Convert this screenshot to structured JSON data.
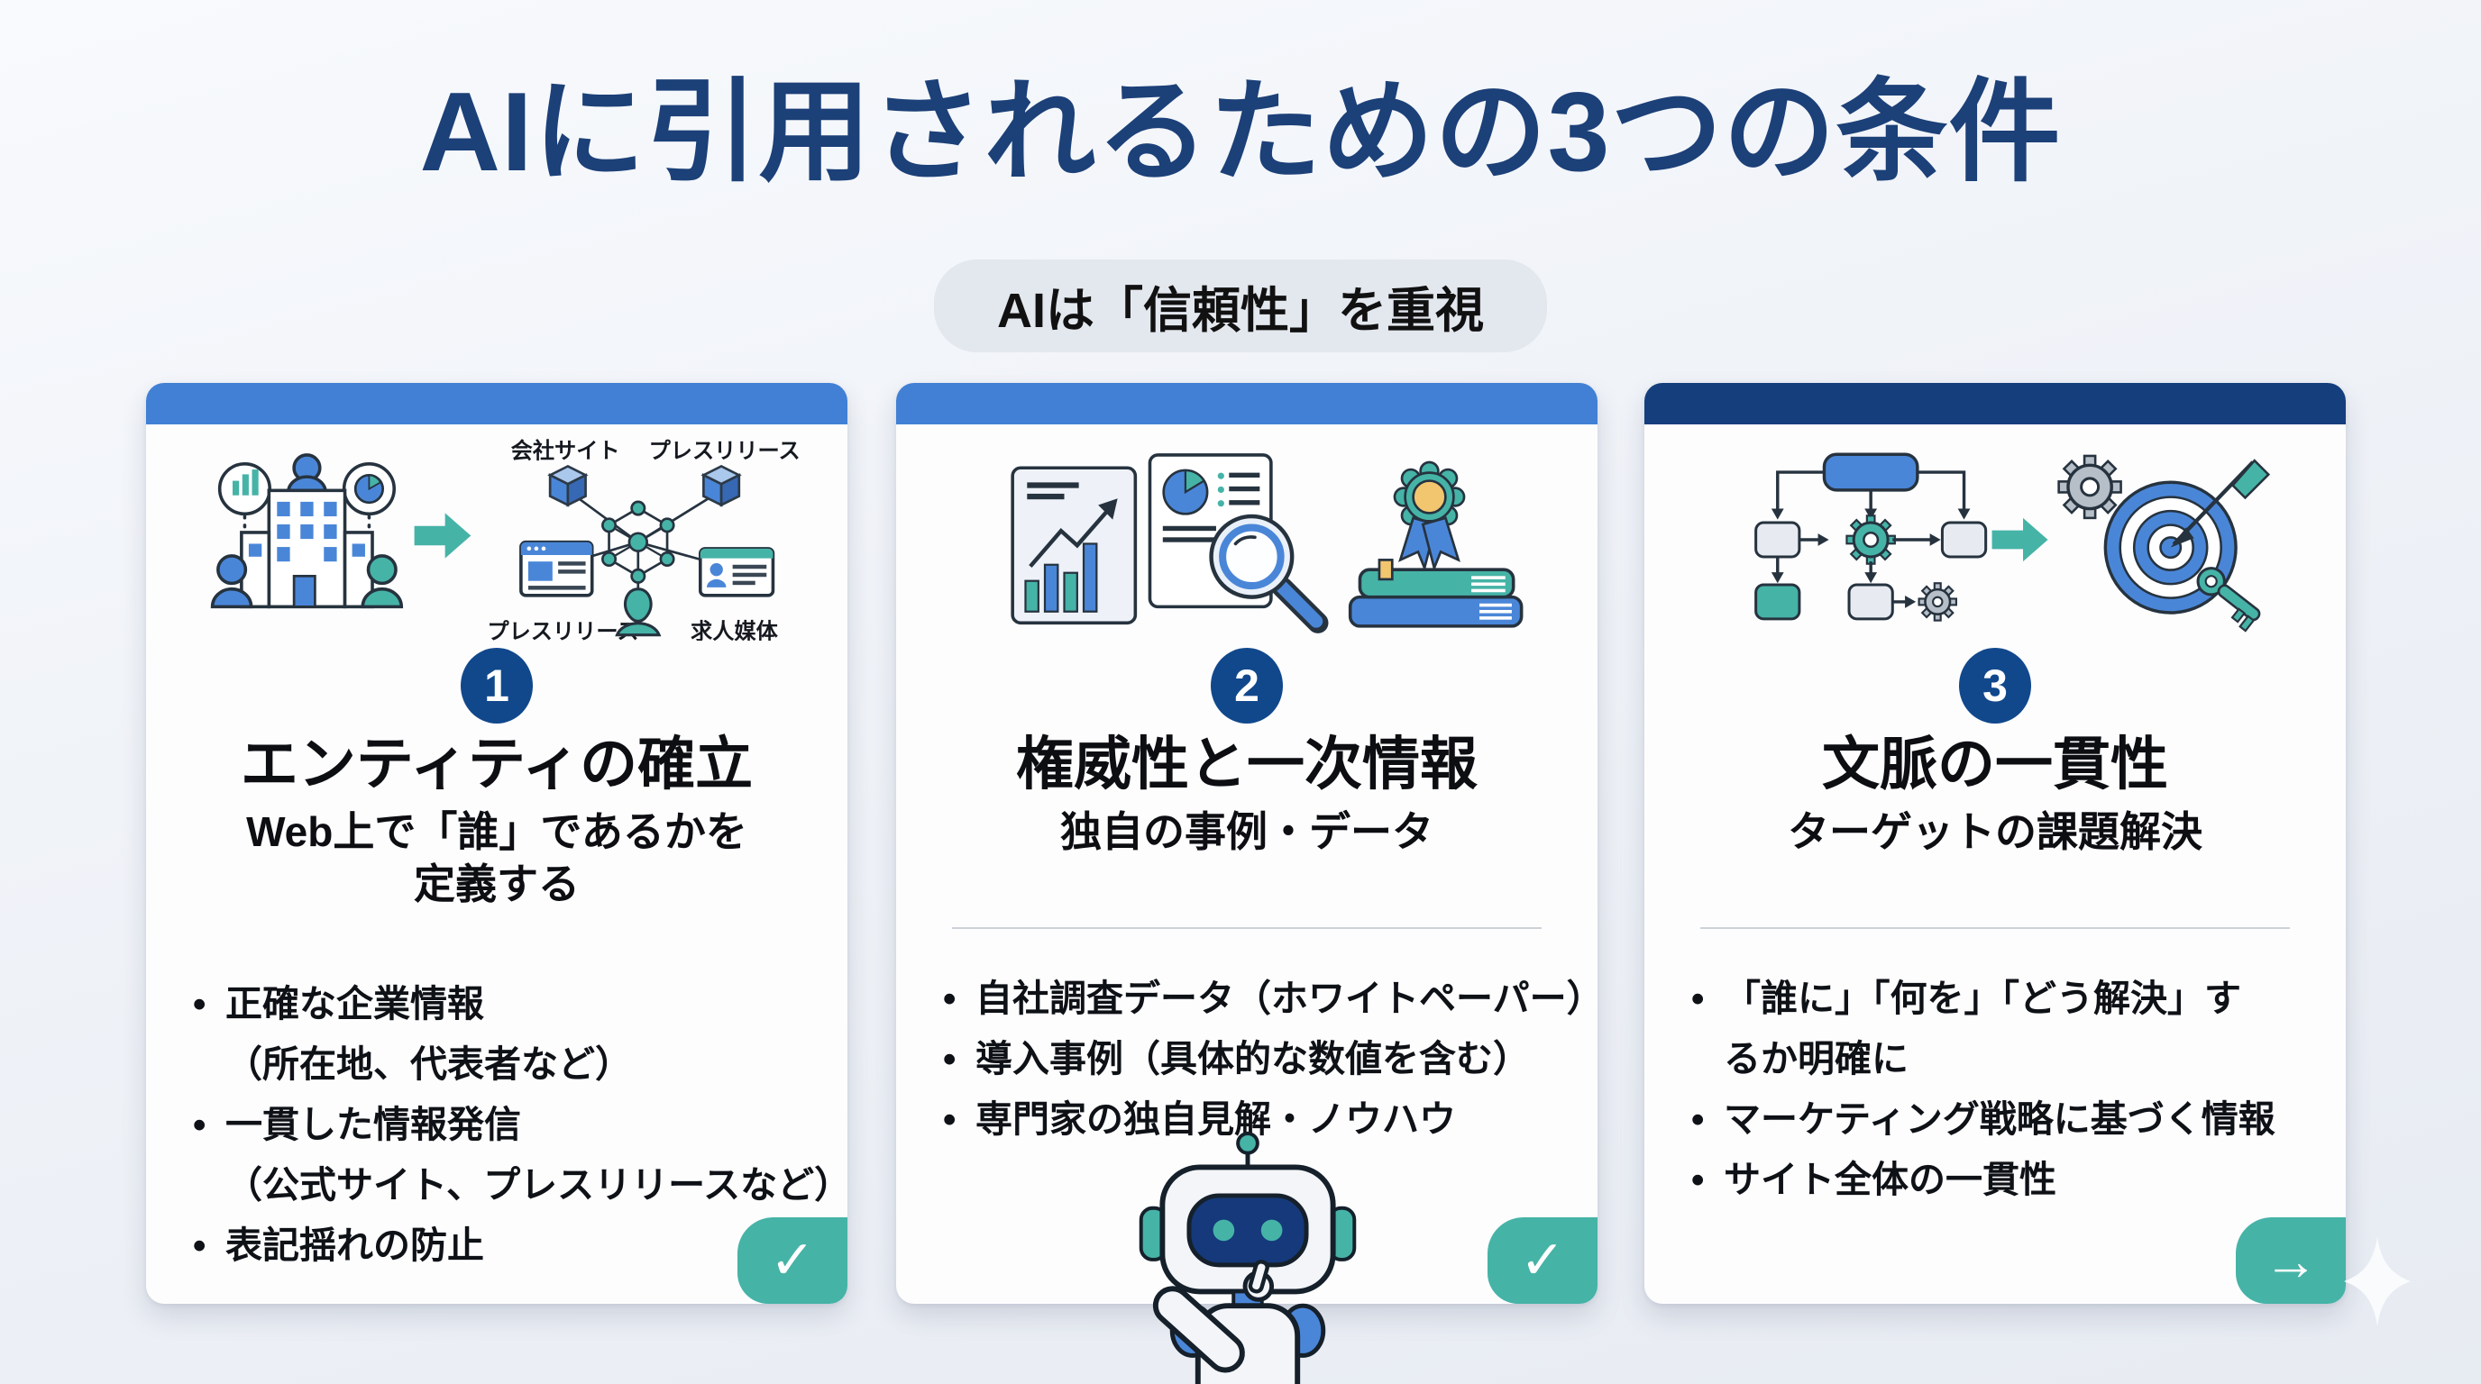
{
  "page": {
    "title": "AIに引用されるための3つの条件",
    "badge": "AIは「信頼性」を重視"
  },
  "colors": {
    "title_navy": "#1c4078",
    "card_header_blue": "#4180d4",
    "card_header_navy": "#153e7c",
    "number_badge_navy": "#11488c",
    "teal_accent": "#46b3a7",
    "icon_blue": "#4a86d8",
    "page_background": "#eef1f6",
    "card_background": "#fdfdfe"
  },
  "cards": [
    {
      "number": "1",
      "title": "エンティティの確立",
      "subtitle": "Web上で「誰」であるかを\n定義する",
      "icon_names": [
        "speech-bubble-bar-chart-icon",
        "speech-bubble-pie-chart-icon",
        "company-building-icon",
        "people-icon",
        "arrow-right-icon",
        "knowledge-graph-icon",
        "cube-node-icon",
        "browser-window-icon",
        "id-card-icon",
        "person-node-icon"
      ],
      "diagram_labels": {
        "top_left": "会社サイト",
        "top_right": "プレスリリース",
        "bottom_left": "プレスリリース",
        "bottom_right": "求人媒体"
      },
      "bullets": [
        {
          "lines": [
            "正確な企業情報",
            "（所在地、代表者など）"
          ]
        },
        {
          "lines": [
            "一貫した情報発信",
            "（公式サイト、プレスリリースなど）"
          ]
        },
        {
          "lines": [
            "表記揺れの防止"
          ]
        }
      ],
      "corner_glyph": "✓"
    },
    {
      "number": "2",
      "title": "権威性と一次情報",
      "subtitle": "独自の事例・データ",
      "icon_names": [
        "bar-chart-report-icon",
        "pie-chart-document-icon",
        "magnifier-icon",
        "award-rosette-icon",
        "books-stack-icon"
      ],
      "bullets": [
        {
          "lines": [
            "自社調査データ（ホワイトペーパー）"
          ]
        },
        {
          "lines": [
            "導入事例（具体的な数値を含む）"
          ]
        },
        {
          "lines": [
            "専門家の独自見解・ノウハウ"
          ]
        }
      ],
      "corner_glyph": "✓"
    },
    {
      "number": "3",
      "title": "文脈の一貫性",
      "subtitle": "ターゲットの課題解決",
      "icon_names": [
        "flowchart-icon",
        "gear-icon",
        "arrow-right-icon",
        "target-dart-icon",
        "key-icon"
      ],
      "bullets": [
        {
          "lines": [
            "「誰に」「何を」「どう解決」す",
            "るか明確に"
          ]
        },
        {
          "lines": [
            "マーケティング戦略に基づく情報"
          ]
        },
        {
          "lines": [
            "サイト全体の一貫性"
          ]
        }
      ],
      "corner_glyph": "→"
    }
  ],
  "mascot": {
    "name": "thinking-robot-mascot"
  },
  "decoration": {
    "sparkle": "four-point-star"
  }
}
